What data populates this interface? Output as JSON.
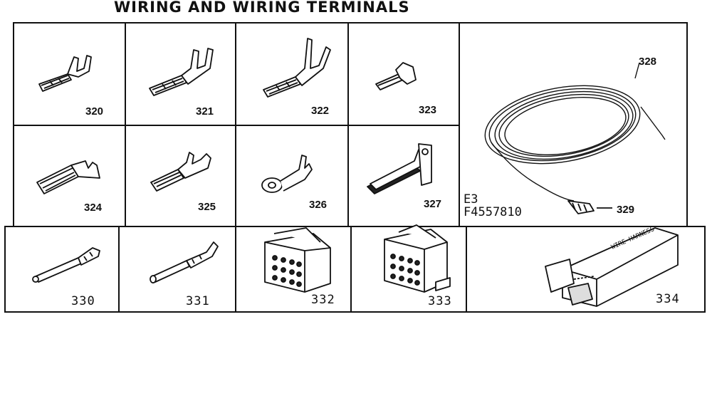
{
  "title": "WIRING AND WIRING TERMINALS",
  "parts": {
    "p320": "320",
    "p321": "321",
    "p322": "322",
    "p323": "323",
    "p324": "324",
    "p325": "325",
    "p326": "326",
    "p327": "327",
    "p328": "328",
    "p329": "329",
    "p330": "330",
    "p331": "331",
    "p332": "332",
    "p333": "333",
    "p334": "334"
  },
  "codes": {
    "line1": "E3",
    "line2": "F4557810"
  },
  "harness_label": "WIRE HARNESS"
}
